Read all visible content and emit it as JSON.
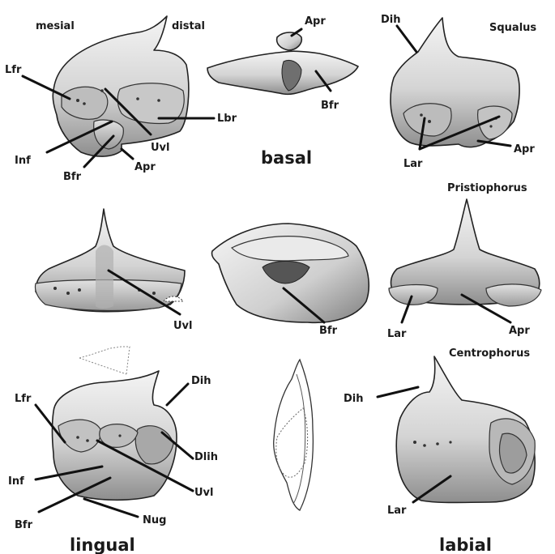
{
  "orientation": {
    "mesial": "mesial",
    "distal": "distal"
  },
  "views": {
    "basal": "basal",
    "lingual": "lingual",
    "labial": "labial"
  },
  "taxa": {
    "squalus": "Squalus",
    "pristiophorus": "Pristiophorus",
    "centrophorus": "Centrophorus"
  },
  "labels": {
    "apr_top": "Apr",
    "bfr_top": "Bfr",
    "dih_top": "Dih",
    "lfr_1": "Lfr",
    "lbr": "Lbr",
    "inf_1": "Inf",
    "uvl_1": "Uvl",
    "bfr_1": "Bfr",
    "apr_1": "Apr",
    "lar_1": "Lar",
    "apr_2": "Apr",
    "uvl_2": "Uvl",
    "bfr_2": "Bfr",
    "lar_2": "Lar",
    "apr_3": "Apr",
    "lfr_3": "Lfr",
    "dih_3": "Dih",
    "dlih": "Dlih",
    "inf_3": "Inf",
    "uvl_3": "Uvl",
    "bfr_3": "Bfr",
    "nug": "Nug",
    "dih_4": "Dih",
    "lar_4": "Lar"
  }
}
